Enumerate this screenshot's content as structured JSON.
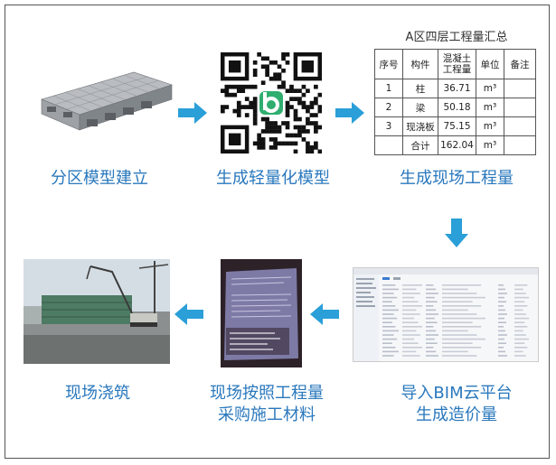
{
  "steps": {
    "s1": "分区模型建立",
    "s2": "生成轻量化模型",
    "s3": "生成现场工程量",
    "s4_line1": "导入BIM云平台",
    "s4_line2": "生成造价量",
    "s5_line1": "现场按照工程量",
    "s5_line2": "采购施工材料",
    "s6": "现场浇筑"
  },
  "table": {
    "title": "A区四层工程量汇总",
    "headers": [
      "序号",
      "构件",
      "混凝土工程量",
      "单位",
      "备注"
    ],
    "header_concrete_line1": "混凝土",
    "header_concrete_line2": "工程量",
    "rows": [
      {
        "no": "1",
        "part": "柱",
        "qty": "36.71",
        "unit": "m³",
        "note": ""
      },
      {
        "no": "2",
        "part": "梁",
        "qty": "50.18",
        "unit": "m³",
        "note": ""
      },
      {
        "no": "3",
        "part": "现浇板",
        "qty": "75.15",
        "unit": "m³",
        "note": ""
      },
      {
        "no": "",
        "part": "合计",
        "qty": "162.04",
        "unit": "m³",
        "note": ""
      }
    ]
  },
  "colors": {
    "accent": "#2a78bd",
    "arrow": "#2a9fd8"
  }
}
